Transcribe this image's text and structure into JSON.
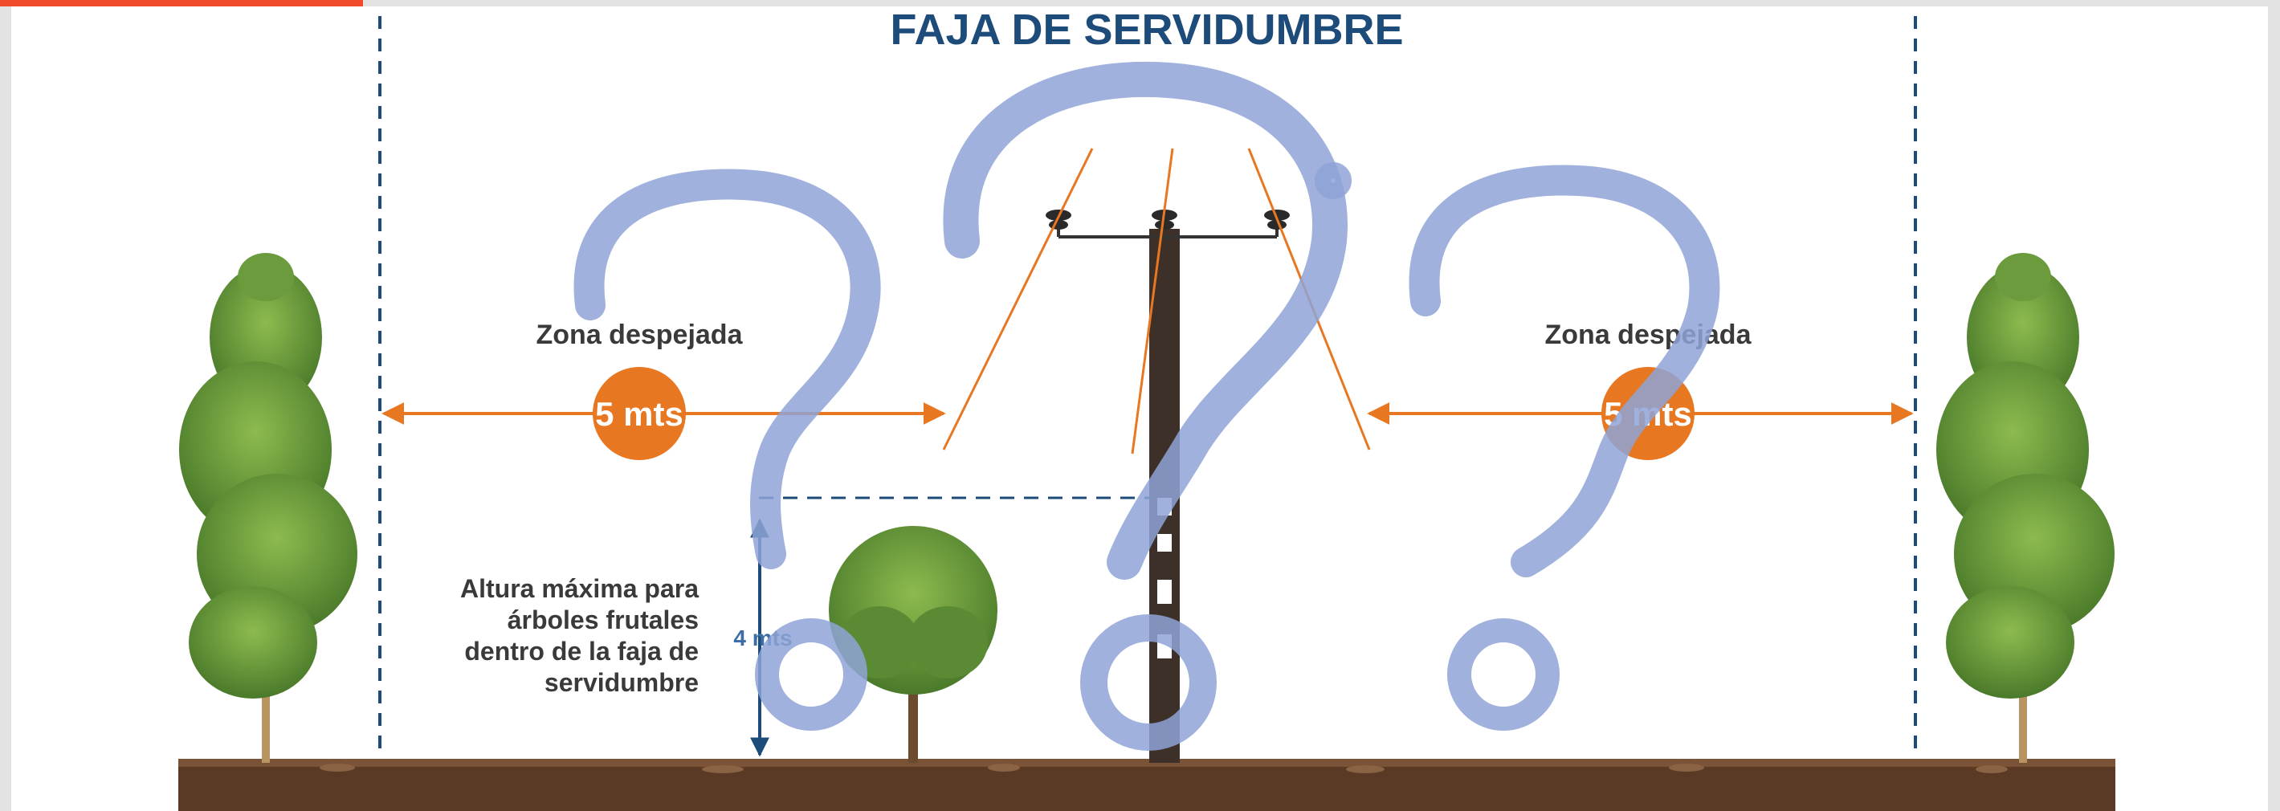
{
  "title": "FAJA DE SERVIDUMBRE",
  "zones": {
    "left": {
      "label": "Zona despejada",
      "distance": "5 mts"
    },
    "right": {
      "label": "Zona despejada",
      "distance": "5 mts"
    }
  },
  "height_note": {
    "lines": [
      "Altura máxima para",
      "árboles frutales",
      "dentro de la faja de",
      "servidumbre"
    ],
    "measure": "4 mts"
  },
  "overlay_symbol": "?",
  "colors": {
    "background_outer": "#e3e3e3",
    "panel": "#ffffff",
    "accent_bar": "#f04a2b",
    "title": "#1e4c7a",
    "dashed_line": "#1e4c7a",
    "orange": "#e87722",
    "soil": "#5a3a24",
    "pole": "#3d3029",
    "foliage": "#5f8f37",
    "question_mark": "#8ea3d6",
    "label_dark": "#3a3a3a",
    "measure_blue": "#3b6ea5"
  }
}
